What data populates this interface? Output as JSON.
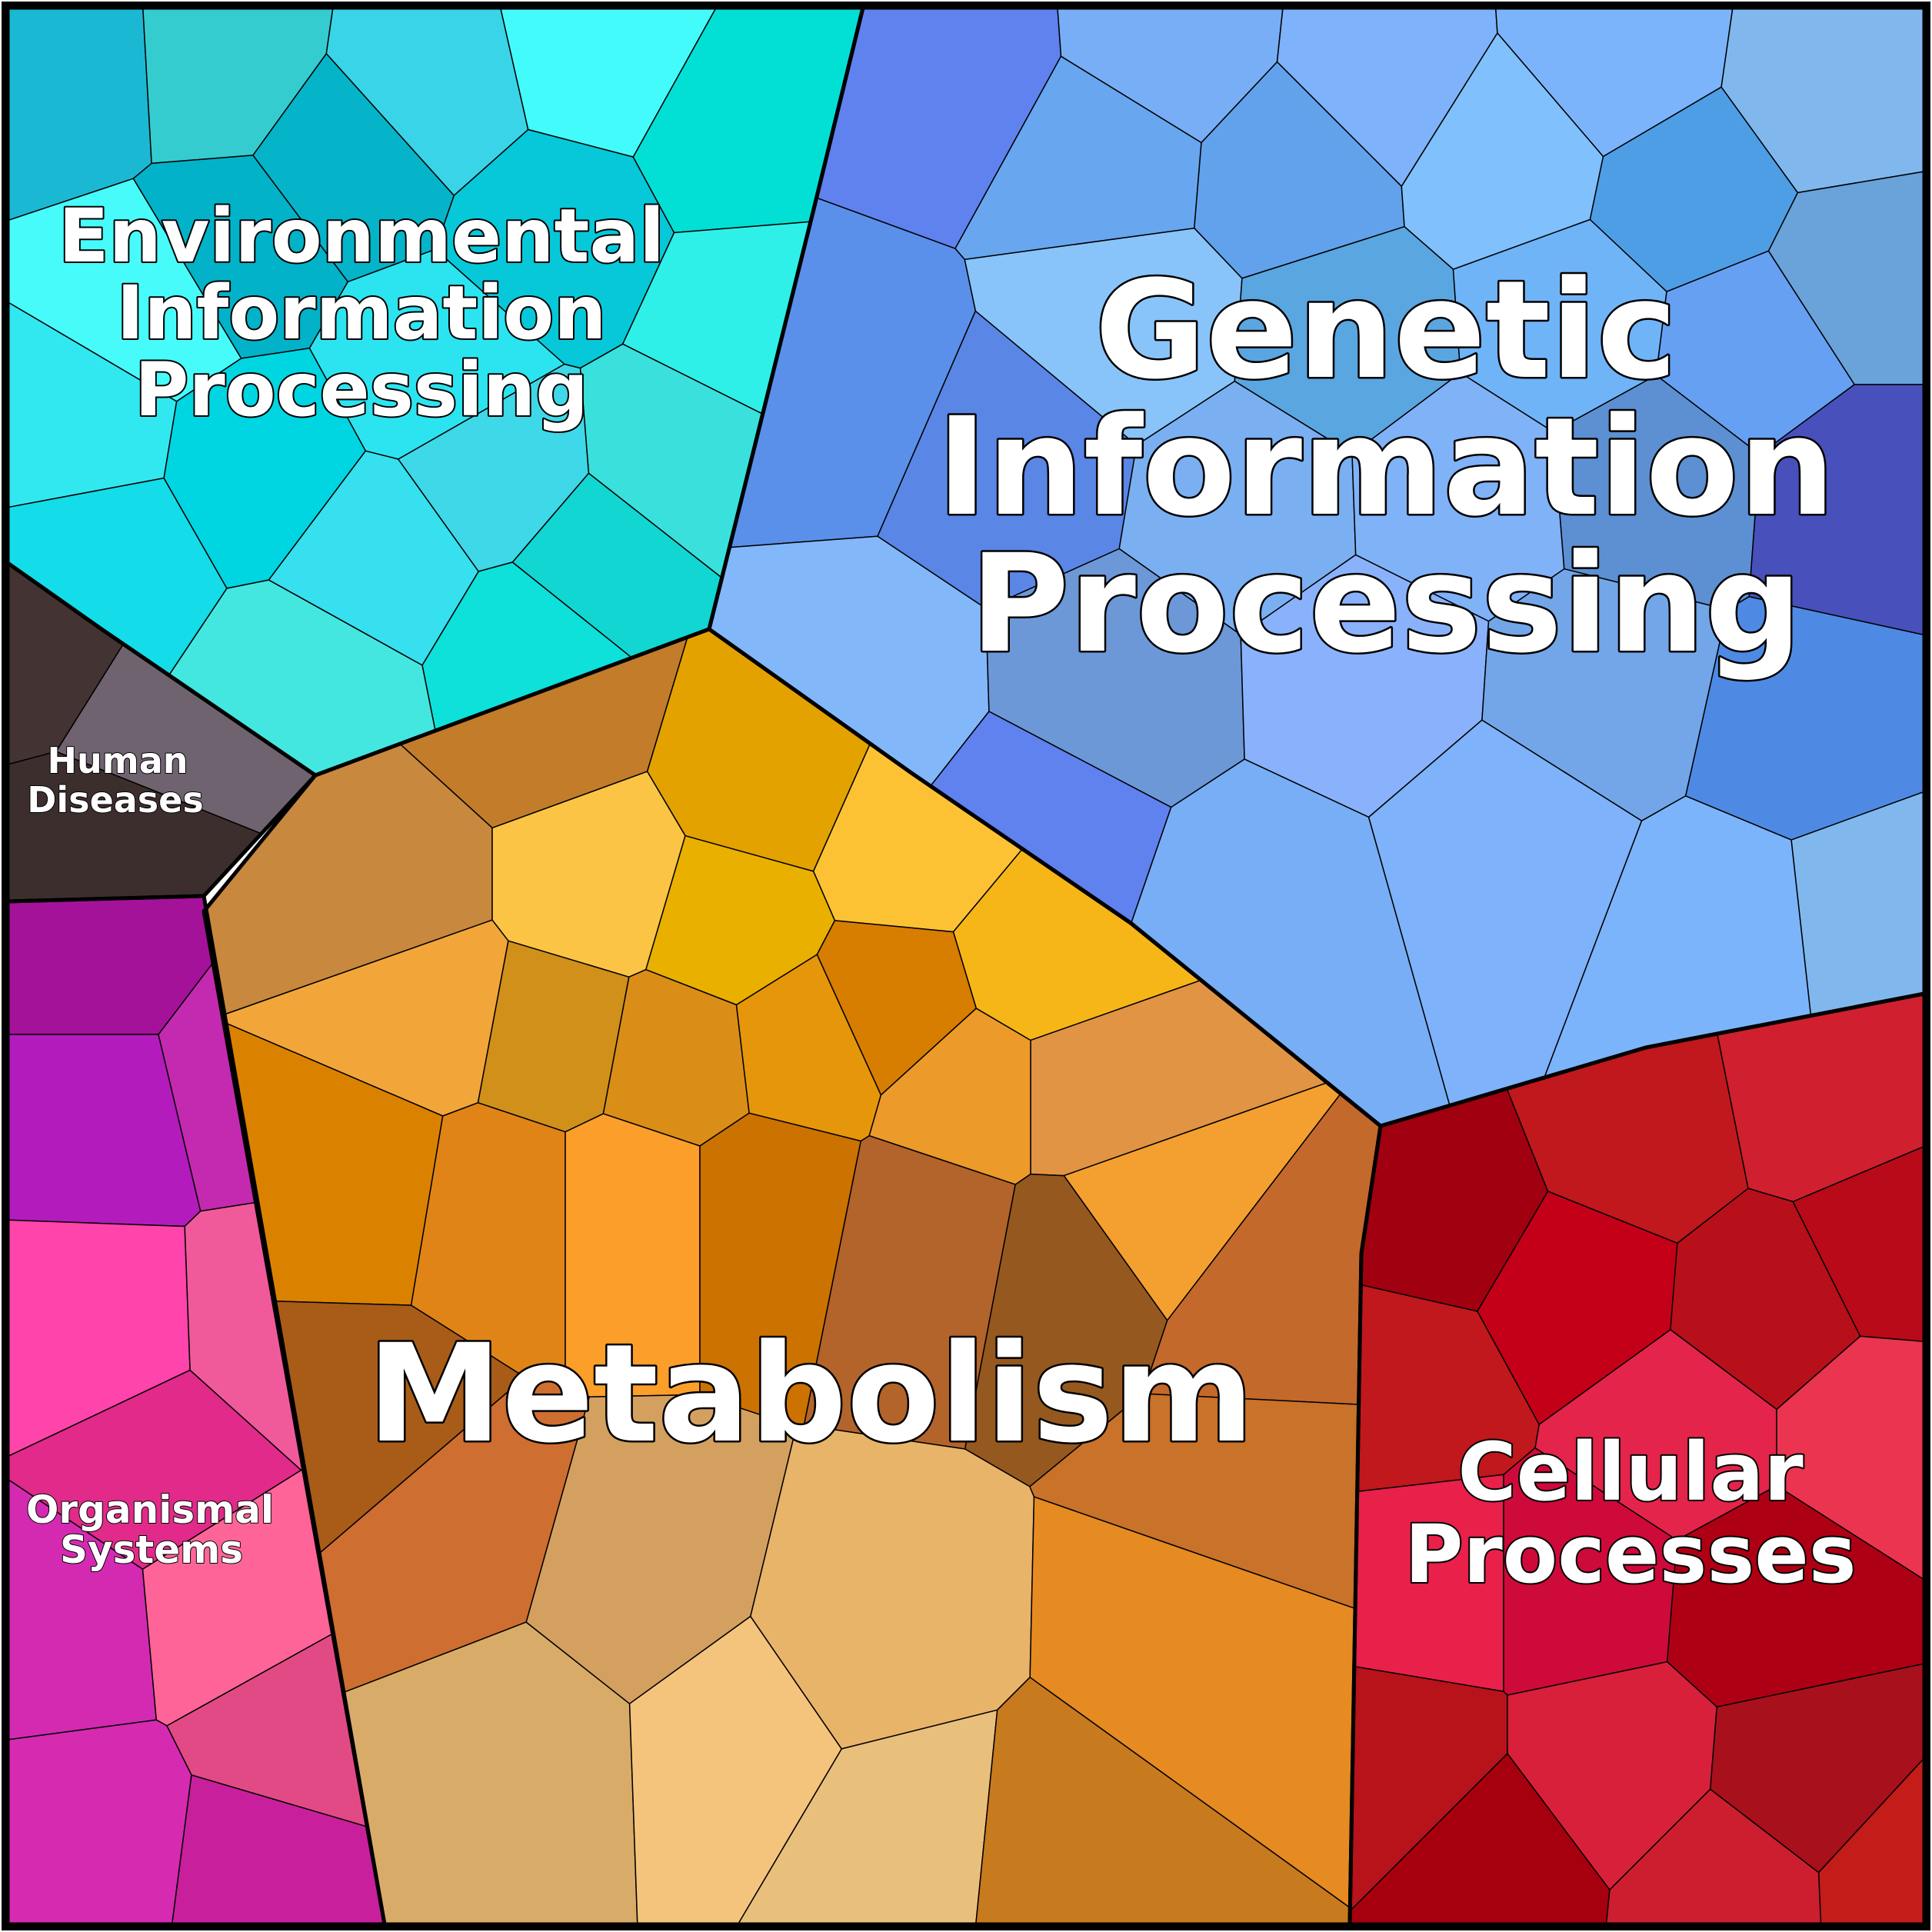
{
  "diagram": {
    "type": "voronoi-treemap",
    "categories": [
      {
        "id": "environmental",
        "lines": [
          "Environmental",
          "Information",
          "Processing"
        ],
        "color": "#2fd6e2",
        "cell_colors": [
          "#1bb8d4",
          "#35cccf",
          "#3ad4e8",
          "#44fbfc",
          "#05b4c8",
          "#02b2c8",
          "#07c8d8",
          "#02e0d6",
          "#2ef0e8",
          "#3ae0dc",
          "#12d6d2",
          "#32e8f0",
          "#48fbfb",
          "#2ce4f0",
          "#14dce8",
          "#00d5e2",
          "#36e0ee",
          "#3ed8e8",
          "#0ee0da",
          "#44e6e0"
        ]
      },
      {
        "id": "genetic",
        "lines": [
          "Genetic",
          "Information",
          "Processing"
        ],
        "color": "#6aa6ee",
        "cell_colors": [
          "#5f82ef",
          "#78aef6",
          "#7eb2fa",
          "#7cb4fc",
          "#80b8ee",
          "#6aa2da",
          "#68a6f0",
          "#62a2ec",
          "#80c0fc",
          "#4e9ee6",
          "#88c4fa",
          "#5aa6e0",
          "#70b4f8",
          "#66a0f2",
          "#5a90ea",
          "#5a86e6",
          "#7ab0f2",
          "#80b2f8",
          "#5c90d2",
          "#4850bb",
          "#82b8fa",
          "#6c98d8",
          "#8ab2fc",
          "#72a6e8",
          "#4e8ae4"
        ]
      },
      {
        "id": "metabolism",
        "lines": [
          "Metabolism"
        ],
        "color": "#e39a28",
        "cell_colors": [
          "#c27c2a",
          "#c8883e",
          "#e3a200",
          "#fdc234",
          "#f6b618",
          "#fcc444",
          "#eab000",
          "#d77d00",
          "#e09444",
          "#f2a63a",
          "#d0901a",
          "#da8e18",
          "#e6960a",
          "#ec9a2a",
          "#f4a030",
          "#da8200",
          "#e08418",
          "#fc9e2a",
          "#cc7200",
          "#b3642b",
          "#95581f",
          "#c4692c",
          "#a85c18",
          "#ce6e30",
          "#d8ac68",
          "#d4a060",
          "#f4c47c",
          "#e8b46a",
          "#e8c07c",
          "#c87a1e",
          "#e68a22",
          "#c8722a"
        ]
      },
      {
        "id": "cellular",
        "lines": [
          "Cellular",
          "Processes"
        ],
        "color": "#d0202e",
        "cell_colors": [
          "#a00010",
          "#c0181c",
          "#d02030",
          "#c40018",
          "#b8101a",
          "#b80a18",
          "#c0181c",
          "#e4244a",
          "#ea3450",
          "#e8204a",
          "#ce0a3a",
          "#ae0014",
          "#b8121a",
          "#a6000e",
          "#d8203a",
          "#a8101c",
          "#c41c18",
          "#cc1e2e"
        ]
      },
      {
        "id": "human-diseases",
        "lines": [
          "Human",
          "Diseases"
        ],
        "color": "#5a4c52",
        "cell_colors": [
          "#433333",
          "#6f636f",
          "#3d2e2e"
        ]
      },
      {
        "id": "organismal",
        "lines": [
          "Organismal",
          "Systems"
        ],
        "color": "#d62ab0",
        "cell_colors": [
          "#a4129a",
          "#b41bbc",
          "#c42ab0",
          "#ff44ac",
          "#e12a8a",
          "#f05a9a",
          "#d42ab2",
          "#ff6498",
          "#e24a86",
          "#d62ab0",
          "#c8209c"
        ]
      }
    ]
  }
}
